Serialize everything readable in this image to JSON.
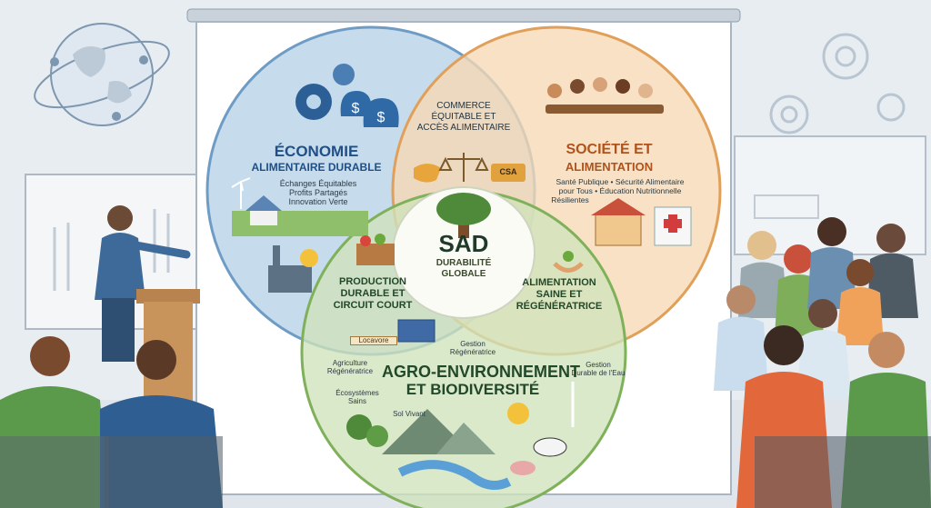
{
  "economy": {
    "title_line1": "ÉCONOMIE",
    "title_line2": "ALIMENTAIRE DURABLE",
    "bullets": [
      "Échanges Équitables",
      "Profits Partagés",
      "Innovation Verte"
    ]
  },
  "society": {
    "title_line1": "SOCIÉTÉ ET",
    "title_line2": "ALIMENTATION",
    "bullets_line1": "Santé Publique • Sécurité Alimentaire",
    "bullets_line2": "pour Tous • Éducation Nutritionnelle",
    "bullets_line3": "Résilientes"
  },
  "commerce": {
    "line1": "COMMERCE",
    "line2": "ÉQUITABLE ET",
    "line3": "ACCÈS ALIMENTAIRE",
    "csa_label": "CSA"
  },
  "center": {
    "title": "SAD",
    "line1": "DURABILITÉ",
    "line2": "GLOBALE"
  },
  "production": {
    "line1": "PRODUCTION",
    "line2": "DURABLE ET",
    "line3": "CIRCUIT COURT",
    "tag": "Locavore"
  },
  "alimentation": {
    "line1": "ALIMENTATION",
    "line2": "SAINE ET",
    "line3": "RÉGÉNÉRATRICE"
  },
  "agro": {
    "title_line1": "AGRO-ENVIRONNEMENT",
    "title_line2": "ET BIODIVERSITÉ",
    "labels": {
      "gestion_regen_1": "Gestion",
      "gestion_regen_2": "Régénératrice",
      "agri_1": "Agriculture",
      "agri_2": "Régénératrice",
      "eau_1": "Gestion",
      "eau_2": "Durable de l'Eau",
      "eco_1": "Écosystèmes",
      "eco_2": "Sains",
      "sol": "Sol Vivant"
    }
  },
  "colors": {
    "economy_circle": "#bcd6ea",
    "society_circle": "#f6d9b3",
    "agro_circle": "#cfe3bb",
    "center": "#fbfbf6",
    "economy_text": "#1f4f86",
    "society_text": "#b0521b",
    "agro_text": "#22482a"
  }
}
